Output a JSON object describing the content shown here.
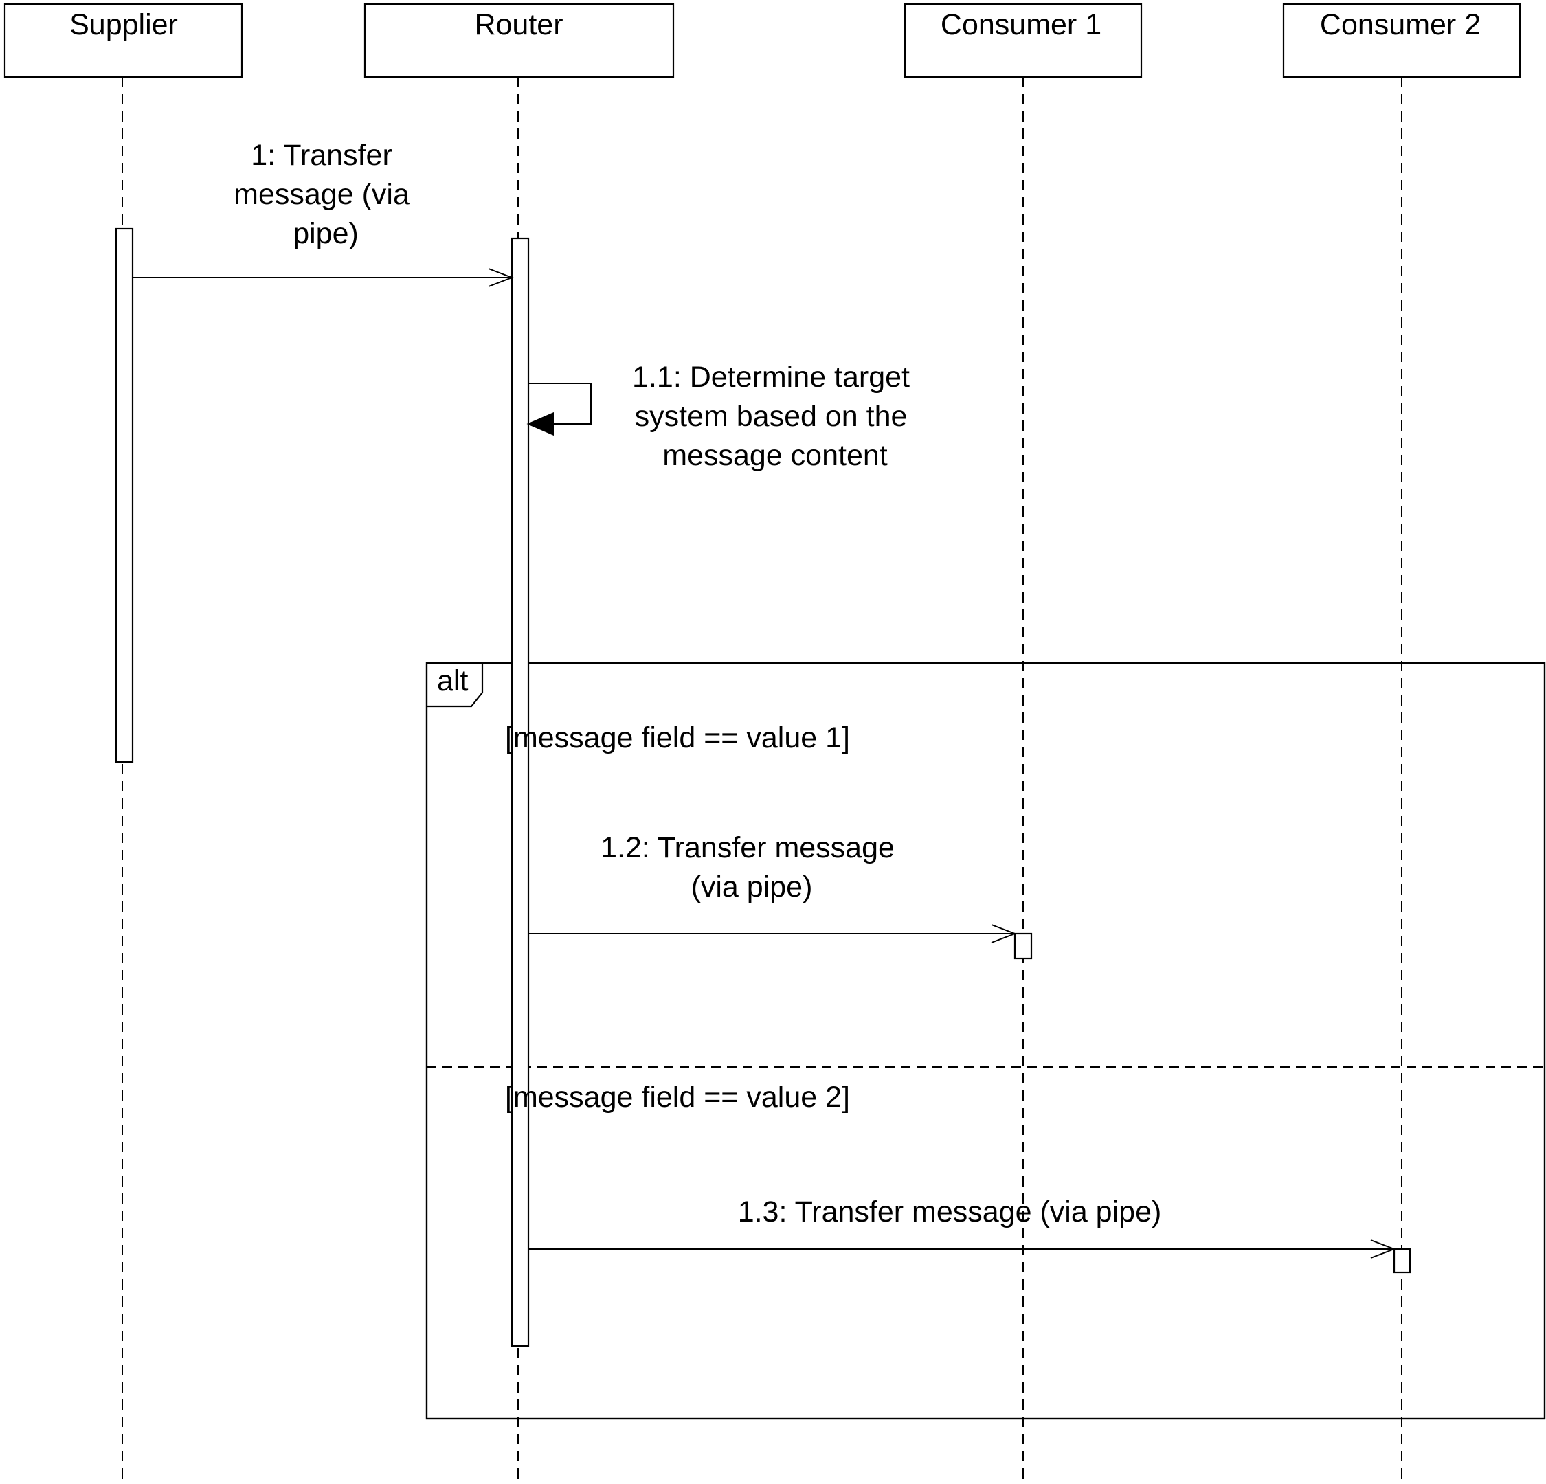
{
  "participants": [
    {
      "id": "supplier",
      "name": "Supplier"
    },
    {
      "id": "router",
      "name": "Router"
    },
    {
      "id": "consumer1",
      "name": "Consumer 1"
    },
    {
      "id": "consumer2",
      "name": "Consumer 2"
    }
  ],
  "messages": [
    {
      "id": "m1",
      "from": "Supplier",
      "to": "Router",
      "lines": [
        "1: Transfer",
        "message (via",
        "pipe)"
      ]
    },
    {
      "id": "m11",
      "from": "Router",
      "to": "Router",
      "lines": [
        "1.1: Determine target",
        "system based on the",
        "message content"
      ]
    },
    {
      "id": "m12",
      "from": "Router",
      "to": "Consumer 1",
      "lines": [
        "1.2: Transfer message",
        "(via pipe)"
      ]
    },
    {
      "id": "m13",
      "from": "Router",
      "to": "Consumer 2",
      "lines": [
        "1.3: Transfer message (via pipe)"
      ]
    }
  ],
  "fragment": {
    "operator": "alt",
    "guards": [
      "[message field == value 1]",
      "[message field == value 2]"
    ]
  }
}
